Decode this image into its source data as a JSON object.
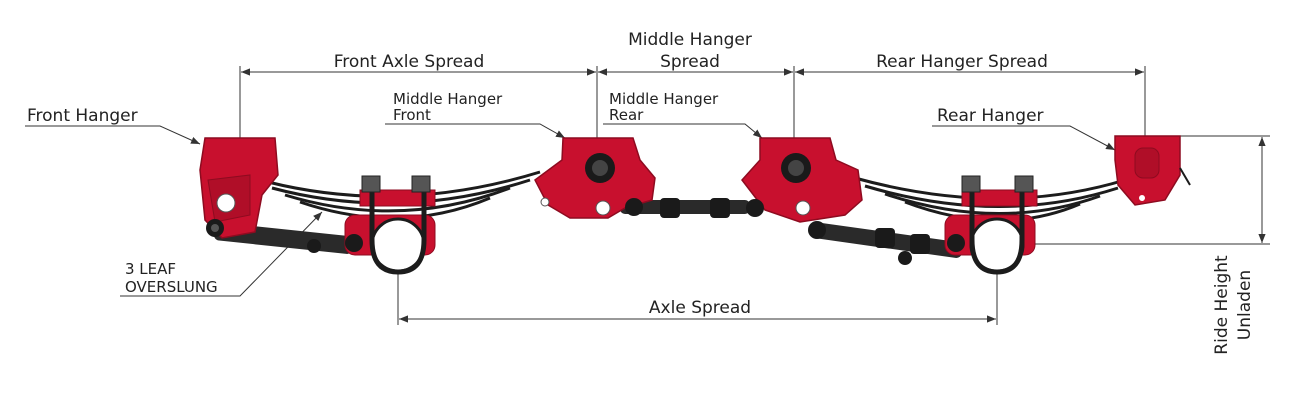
{
  "labels": {
    "front_axle_spread": "Front Axle Spread",
    "middle_hanger_spread_line1": "Middle Hanger",
    "middle_hanger_spread_line2": "Spread",
    "rear_hanger_spread": "Rear Hanger Spread",
    "front_hanger": "Front Hanger",
    "middle_hanger_front_line1": "Middle Hanger",
    "middle_hanger_front_line2": "Front",
    "middle_hanger_rear_line1": "Middle Hanger",
    "middle_hanger_rear_line2": "Rear",
    "rear_hanger": "Rear Hanger",
    "leaf_line1": "3 LEAF",
    "leaf_line2": "OVERSLUNG",
    "axle_spread": "Axle Spread",
    "ride_height_line1": "Ride Height",
    "ride_height_line2": "Unladen"
  },
  "colors": {
    "hanger_red": "#c8102e",
    "hanger_dark": "#8e0b20",
    "spring_black": "#1c1c1c",
    "dimension_line": "#333333"
  }
}
